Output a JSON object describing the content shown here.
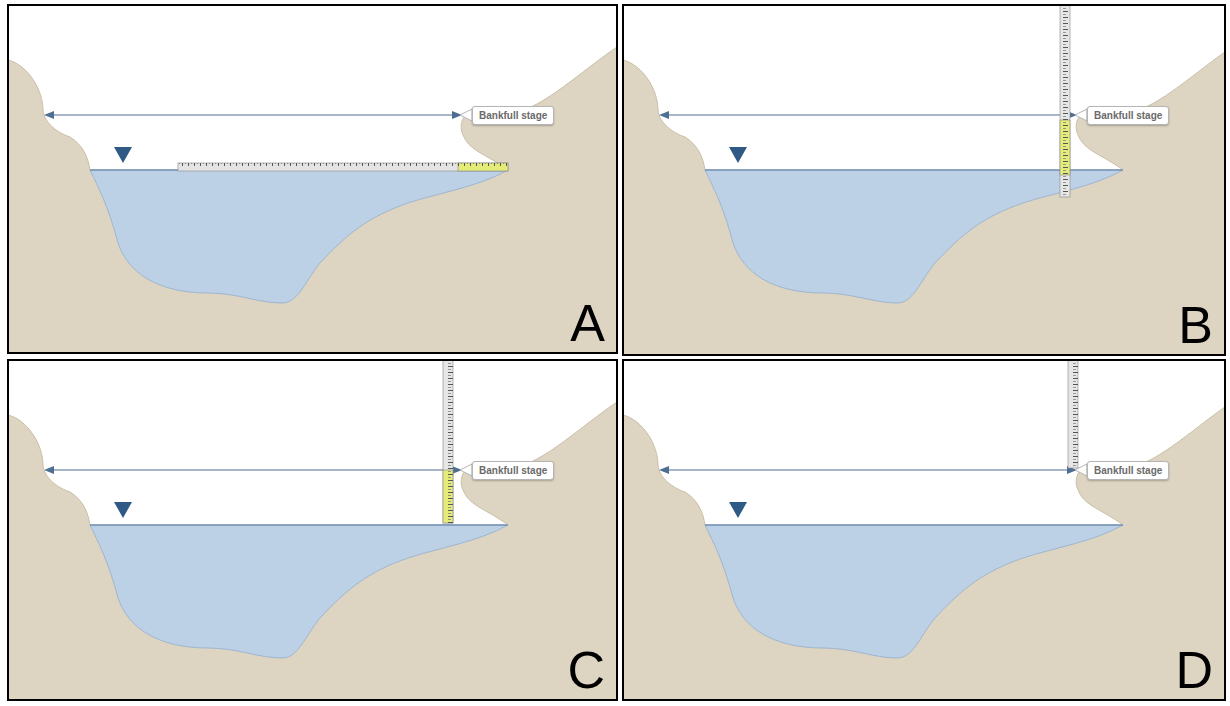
{
  "diagram": {
    "nodes": [
      {
        "text": [
          "Bankfull stage"
        ]
      },
      {
        "text": [
          "Bankfull stage"
        ]
      },
      {
        "text": [
          "Bankfull stage"
        ]
      },
      {
        "text": [
          "Bankfull stage"
        ]
      }
    ],
    "labels": [
      "A",
      "B",
      "C",
      "D"
    ]
  }
}
